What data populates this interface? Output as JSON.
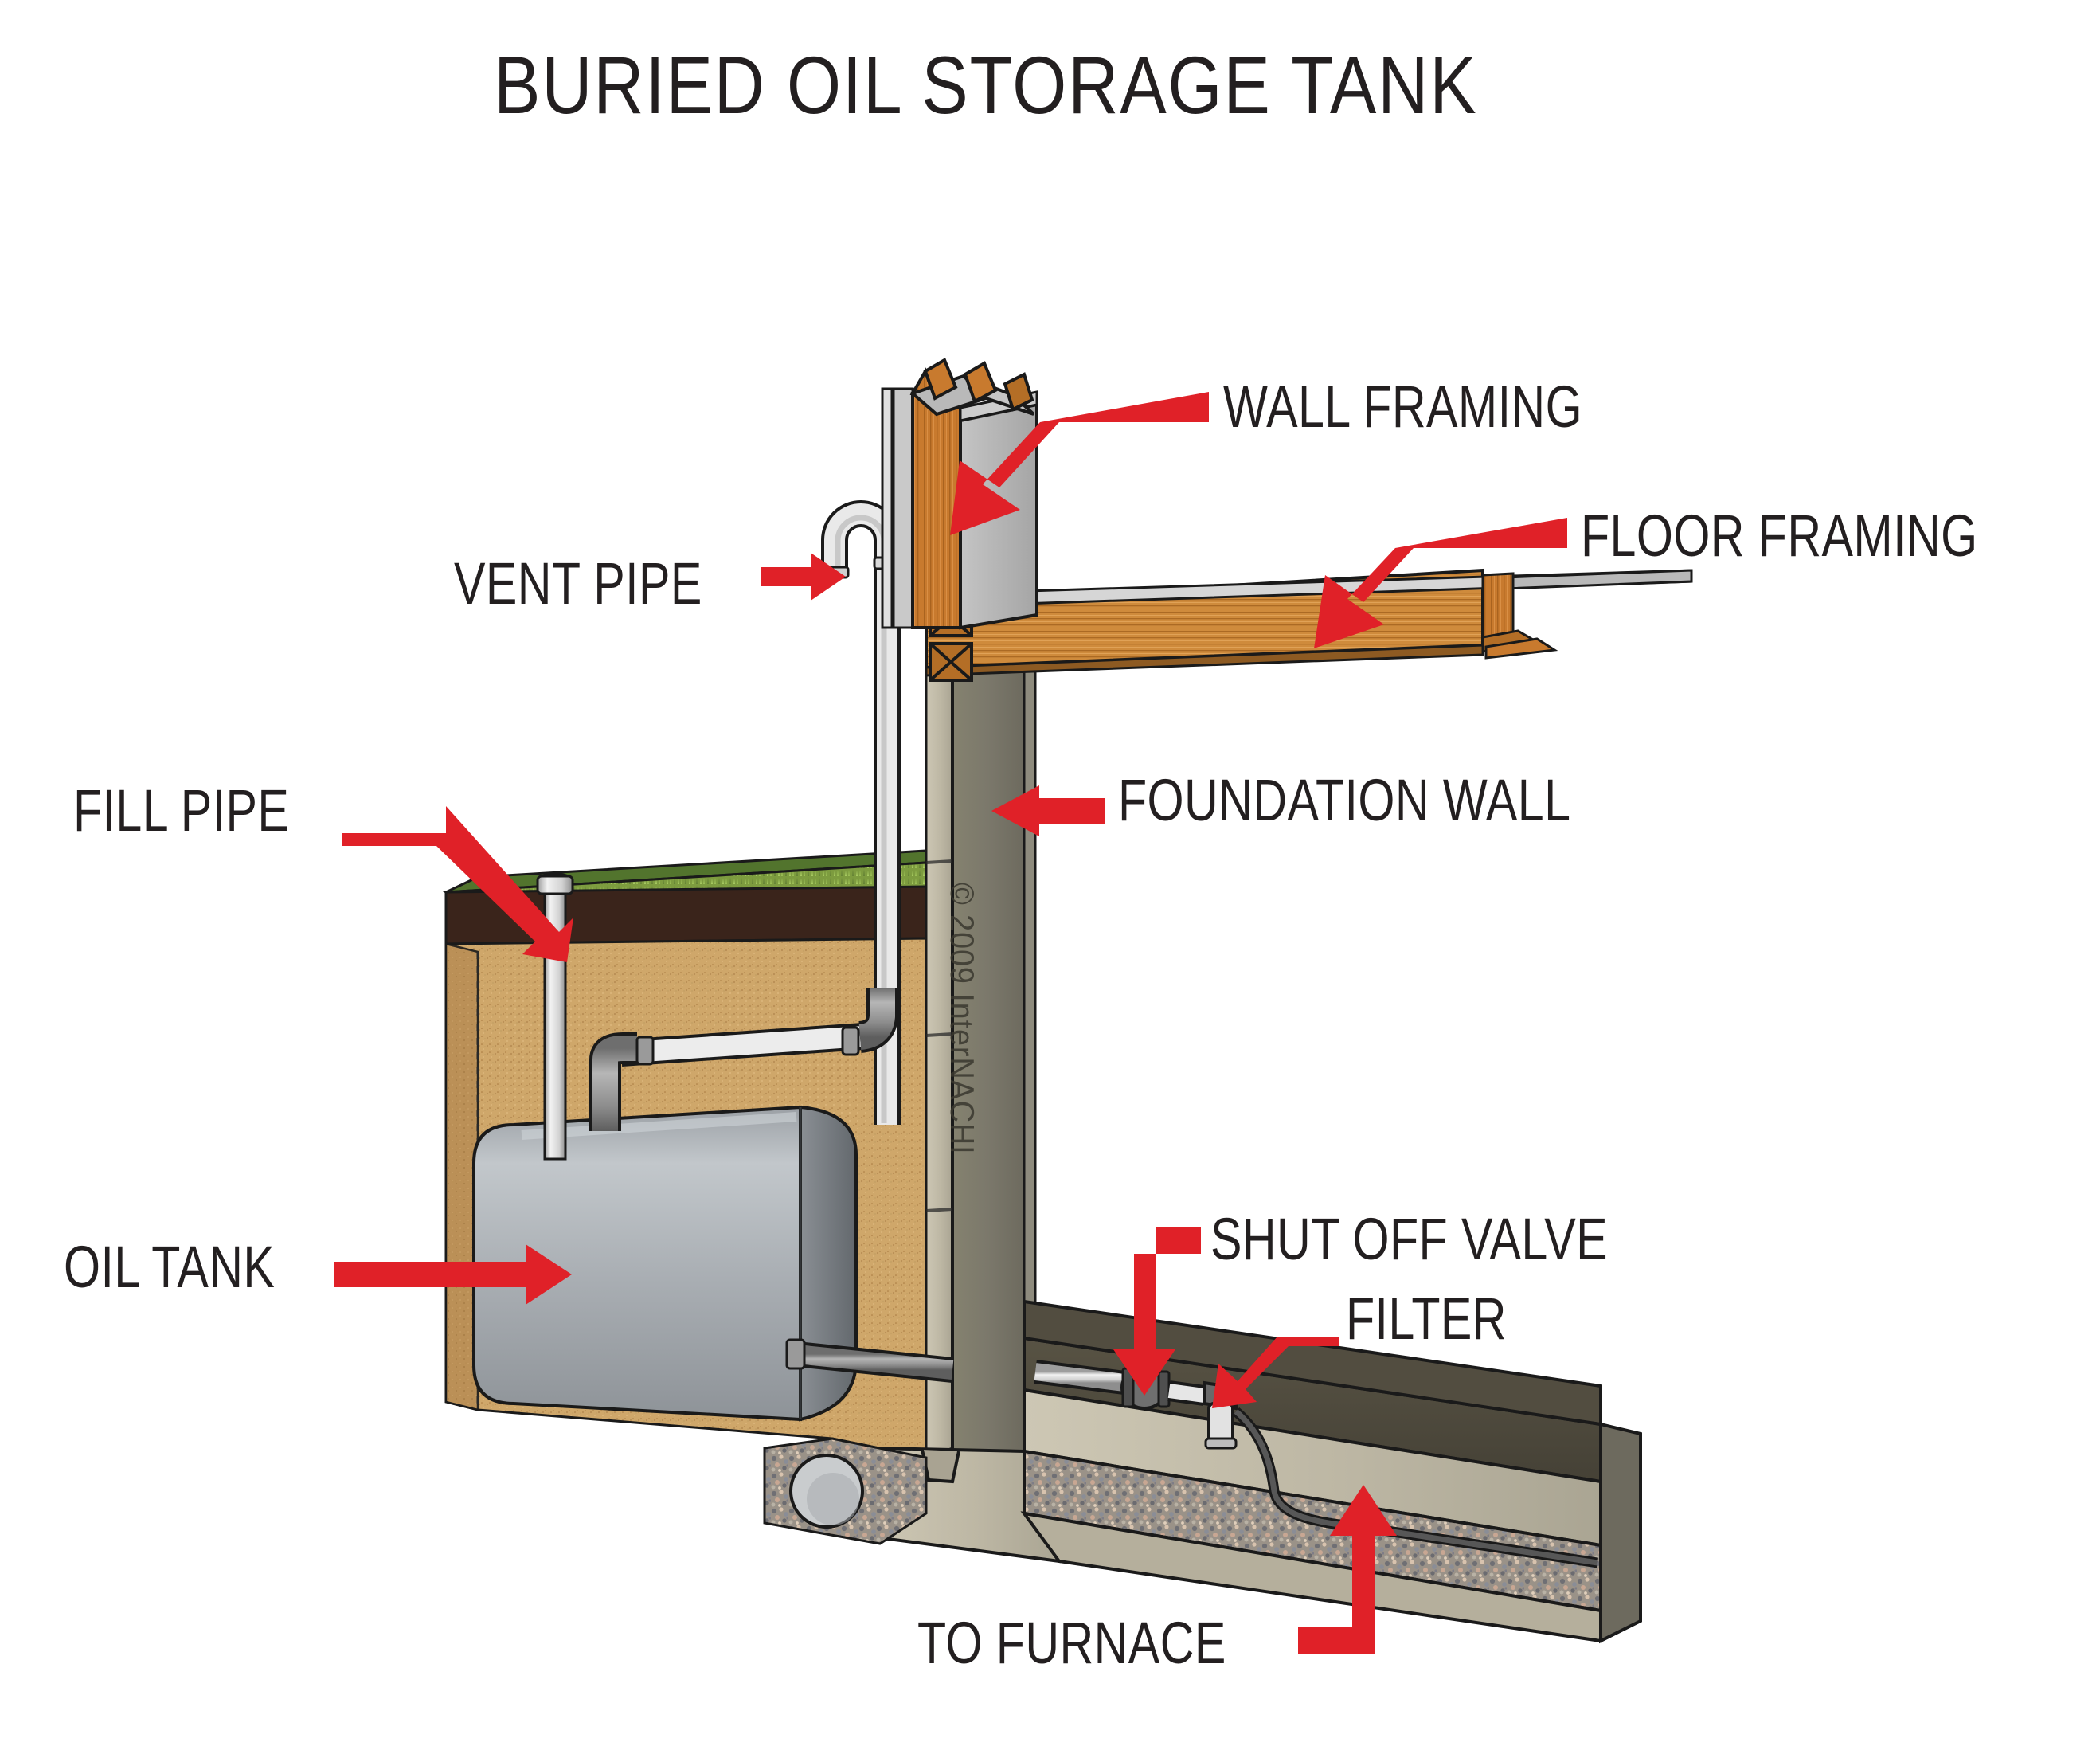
{
  "title": "BURIED OIL STORAGE TANK",
  "watermark": "© 2009 InterNACHI",
  "labels": {
    "wall_framing": "WALL FRAMING",
    "floor_framing": "FLOOR FRAMING",
    "vent_pipe": "VENT PIPE",
    "fill_pipe": "FILL PIPE",
    "foundation_wall": "FOUNDATION WALL",
    "oil_tank": "OIL TANK",
    "shut_off_valve": "SHUT OFF VALVE",
    "filter": "FILTER",
    "to_furnace": "TO FURNACE"
  },
  "colors": {
    "background": "#ffffff",
    "text": "#231f20",
    "arrow_red": "#e02128",
    "grass_top": "#4b6b2a",
    "grass_face": "#7d9c3f",
    "topsoil": "#3a241b",
    "soil_sand": "#cfa76a",
    "soil_sand_dark": "#b98e55",
    "tank_body": "#a9aeb3",
    "tank_end": "#6f757a",
    "tank_highlight": "#c3c8cc",
    "concrete_light": "#c3bda9",
    "concrete_mid": "#a9a392",
    "concrete_dark": "#7b786b",
    "slab_top": "#4e4a3e",
    "gravel_base": "#8b8079",
    "wood_framing": "#c87a2e",
    "wood_floor": "#cf8b3c",
    "drywall": "#b6b6b6",
    "pipe_white": "#dcdcdc",
    "pipe_grey": "#8d8d8d",
    "outline": "#1a1a1a"
  },
  "diagram": {
    "type": "cutaway-section",
    "subject": "Buried residential heating oil storage tank adjacent to a house foundation",
    "components": [
      {
        "name": "wall-framing",
        "description": "Stud wall with sheathing and drywall above the foundation"
      },
      {
        "name": "floor-framing",
        "description": "Floor joists and rim joist resting on the sill plate"
      },
      {
        "name": "vent-pipe",
        "description": "Gooseneck vent pipe rising from the tank past the foundation wall"
      },
      {
        "name": "fill-pipe",
        "description": "Vertical fill pipe with cap at grade level"
      },
      {
        "name": "foundation-wall",
        "description": "Concrete foundation wall with footing and keyway"
      },
      {
        "name": "oil-tank",
        "description": "Horizontal cylindrical steel tank buried in sandy backfill"
      },
      {
        "name": "shut-off-valve",
        "description": "Valve on the supply line inside the basement"
      },
      {
        "name": "filter",
        "description": "Oil filter downstream of the shut off valve"
      },
      {
        "name": "to-furnace",
        "description": "Supply line routed to the furnace"
      },
      {
        "name": "drain-tile",
        "description": "Perimeter drain pipe in gravel beside the footing"
      },
      {
        "name": "grass-layer",
        "description": "Turf and topsoil at grade"
      },
      {
        "name": "gravel-base",
        "description": "Crushed stone base under the basement slab"
      }
    ]
  }
}
